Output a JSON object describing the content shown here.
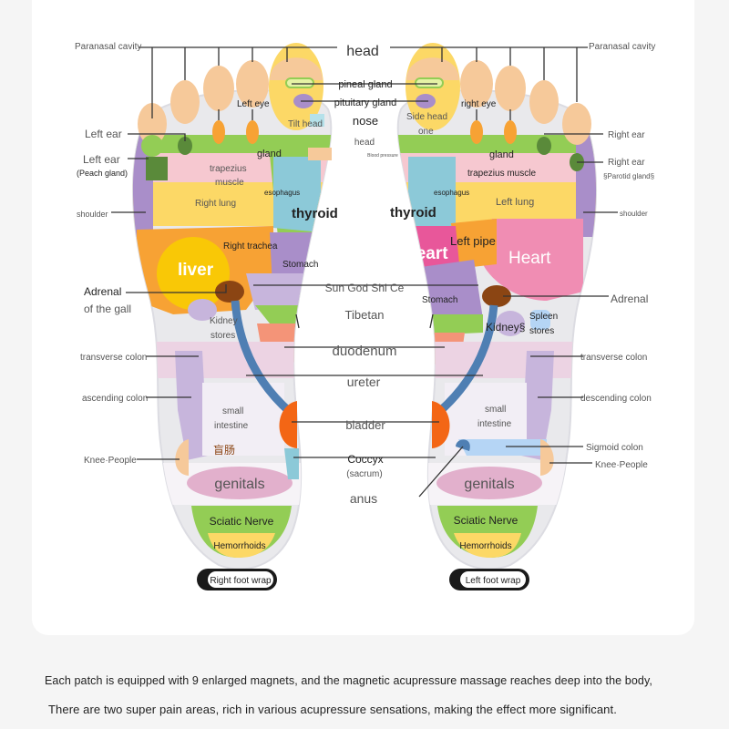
{
  "labels": {
    "head": "head",
    "paranasal_left": "Paranasal cavity",
    "paranasal_right": "Paranasal cavity",
    "pineal_gland": "pineal gland",
    "pituitary_gland": "pituitary gland",
    "left_eye": "Left eye",
    "right_eye": "right eye",
    "tilt_head": "Tilt head",
    "side_head_1": "Side head",
    "side_head_2": "one",
    "nose": "nose",
    "head_small": "head",
    "blood_pressure": "Blood pressure",
    "left_ear_1": "Left ear",
    "left_ear_2": "Left ear",
    "peach_gland": "(Peach gland)",
    "right_ear_1": "Right ear",
    "right_ear_2": "Right ear",
    "parotid_gland": "§Parotid gland§",
    "gland_left": "gland",
    "gland_right": "gland",
    "trapezius_l1": "trapezius",
    "trapezius_l2": "muscle",
    "trapezius_right": "trapezius muscle",
    "esophagus_left": "esophagus",
    "esophagus_right": "esophagus",
    "shoulder_left": "shoulder",
    "shoulder_right": "shoulder",
    "right_lung": "Right lung",
    "left_lung": "Left lung",
    "thyroid_left": "thyroid",
    "thyroid_right": "thyroid",
    "right_trachea": "Right trachea",
    "left_pipe": "Left pipe",
    "heart_center": "Heart",
    "heart_big": "Heart",
    "liver": "liver",
    "stomach_left": "Stomach",
    "stomach_right": "Stomach",
    "sun_god": "Sun God Shi Ce",
    "adrenal_left_1": "Adrenal",
    "adrenal_left_2": "of the gall",
    "adrenal_right": "Adrenal",
    "kidney_l1": "Kidney",
    "kidney_l2": "stores",
    "kidney_right": "Kidney§",
    "spleen_1": "Spleen",
    "spleen_2": "stores",
    "tibetan": "Tibetan",
    "duodenum": "duodenum",
    "transverse_left": "transverse colon",
    "transverse_right": "transverse colon",
    "ureter": "ureter",
    "ascending_colon": "ascending colon",
    "descending_colon": "descending colon",
    "small_int_l1": "small",
    "small_int_l2": "intestine",
    "small_int_r1": "small",
    "small_int_r2": "intestine",
    "bladder": "bladder",
    "blind_intestine": "盲肠",
    "sigmoid_colon": "Sigmoid colon",
    "knee_left": "Knee·People",
    "knee_right": "Knee·People",
    "coccyx": "Coccyx",
    "sacrum": "(sacrum)",
    "genitals_left": "genitals",
    "genitals_right": "genitals",
    "anus": "anus",
    "sciatic_left": "Sciatic Nerve",
    "sciatic_right": "Sciatic Nerve",
    "hemorrhoids_left": "Hemorrhoids",
    "hemorrhoids_right": "Hemorrhoids",
    "right_foot_wrap": "Right foot wrap",
    "left_foot_wrap": "Left foot wrap"
  },
  "caption": {
    "line1": "Each patch is equipped with 9 enlarged magnets, and the magnetic acupressure massage reaches deep into the body,",
    "line2": "There are two super pain areas, rich in various acupressure sensations, making the effect more significant."
  },
  "colors": {
    "background": "#f5f5f5",
    "card": "#ffffff",
    "sole": "#e9e9ec",
    "toe": "#f6c99a",
    "yellow": "#fcd866",
    "green": "#93cd55",
    "purple": "#a98ec9",
    "orange": "#f7a234",
    "blue": "#8cc9d8",
    "pink": "#f08db3",
    "salmon": "#f49478",
    "lavender_pink": "#e2b0cc",
    "lilac": "#c7b5dc",
    "liver": "#f9c806",
    "bladder": "#f36615",
    "ureter": "#4f7fb3"
  }
}
